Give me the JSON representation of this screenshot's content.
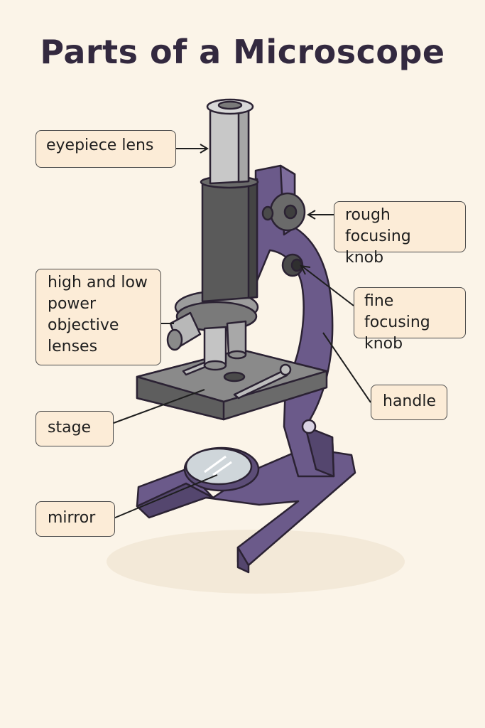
{
  "title": "Parts of a Microscope",
  "labels": {
    "eyepiece": "eyepiece lens",
    "rough_knob": "rough focusing\nknob",
    "objectives": "high and low\npower\nobjective\nlenses",
    "fine_knob": "fine focusing\nknob",
    "handle": "handle",
    "stage": "stage",
    "mirror": "mirror"
  },
  "colors": {
    "background": "#fbf4e8",
    "title": "#33293f",
    "body_purple": "#6b5a8a",
    "tube_dark": "#5a5a5a",
    "metal_light": "#c8c8c8",
    "label_fill": "#fcecd7"
  }
}
